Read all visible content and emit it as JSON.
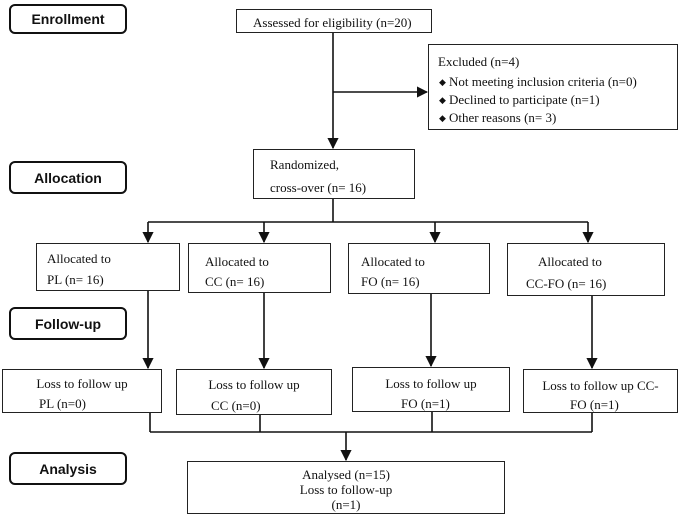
{
  "stages": {
    "enrollment": "Enrollment",
    "allocation": "Allocation",
    "follow_up": "Follow-up",
    "analysis": "Analysis"
  },
  "assessed": "Assessed for eligibility (n=20)",
  "excluded": {
    "title": "Excluded (n=4)",
    "reasons": [
      "Not meeting inclusion criteria (n=0)",
      "Declined to participate (n=1)",
      "Other reasons (n= 3)"
    ]
  },
  "randomized": {
    "line1": "Randomized,",
    "line2": "cross-over  (n= 16)"
  },
  "allocated": [
    {
      "line1": "Allocated to",
      "line2": "PL  (n= 16)"
    },
    {
      "line1": "Allocated to",
      "line2": "CC  (n= 16)"
    },
    {
      "line1": "Allocated to",
      "line2": "FO  (n= 16)"
    },
    {
      "line1": "Allocated to",
      "line2": "CC-FO  (n= 16)"
    }
  ],
  "loss": [
    {
      "line1": "Loss to follow up",
      "line2": "PL  (n=0)"
    },
    {
      "line1": "Loss to follow up",
      "line2": "CC  (n=0)"
    },
    {
      "line1": "Loss to follow up",
      "line2": "FO  (n=1)"
    },
    {
      "line1": "Loss to follow up CC-",
      "line2": "FO  (n=1)"
    }
  ],
  "analysed": {
    "line1": "Analysed (n=15)",
    "line2": "Loss to follow-up",
    "line3": "(n=1)"
  }
}
